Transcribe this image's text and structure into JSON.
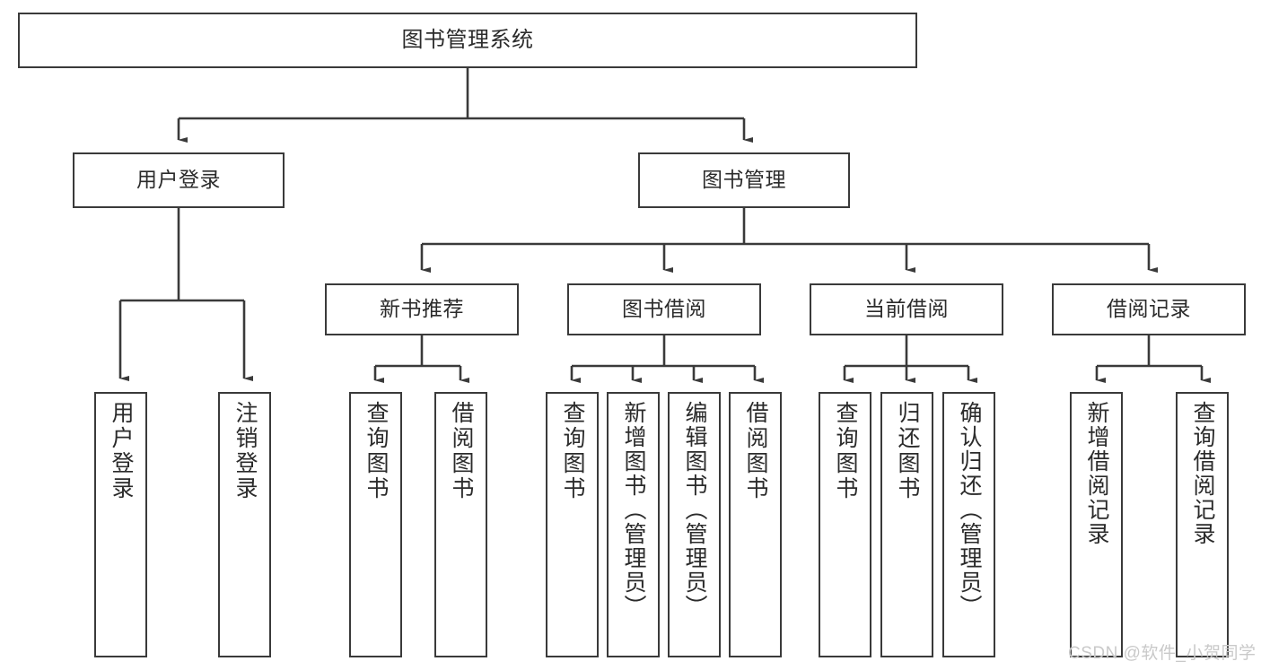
{
  "diagram": {
    "title": "图书管理系统",
    "type": "tree",
    "levels": 4,
    "root": {
      "label": "图书管理系统"
    },
    "level2": [
      {
        "label": "用户登录"
      },
      {
        "label": "图书管理"
      }
    ],
    "level3": [
      {
        "label": "新书推荐"
      },
      {
        "label": "图书借阅"
      },
      {
        "label": "当前借阅"
      },
      {
        "label": "借阅记录"
      }
    ],
    "leaves": {
      "user_login": [
        {
          "label": "用户登录"
        },
        {
          "label": "注销登录"
        }
      ],
      "new_book_recommend": [
        {
          "label": "查询图书"
        },
        {
          "label": "借阅图书"
        }
      ],
      "book_borrow": [
        {
          "label": "查询图书"
        },
        {
          "label": "新增图书（管理员）"
        },
        {
          "label": "编辑图书（管理员）"
        },
        {
          "label": "借阅图书"
        }
      ],
      "current_borrow": [
        {
          "label": "查询图书"
        },
        {
          "label": "归还图书"
        },
        {
          "label": "确认归还（管理员）"
        }
      ],
      "borrow_record": [
        {
          "label": "新增借阅记录"
        },
        {
          "label": "查询借阅记录"
        }
      ]
    }
  },
  "watermark": {
    "text": "CSDN @软件_小贺同学"
  },
  "colors": {
    "box_border": "#3a3a3a",
    "background": "#ffffff",
    "text": "#2b2b2b",
    "connector": "#3a3a3a",
    "watermark": "#c9c9c9"
  }
}
